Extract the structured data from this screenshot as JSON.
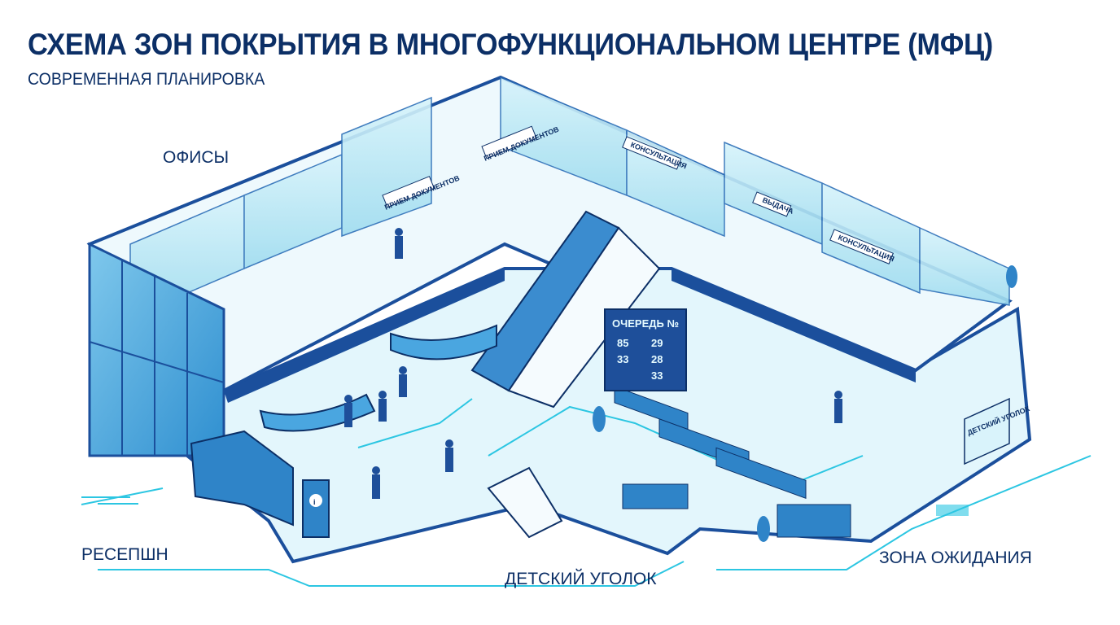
{
  "header": {
    "title": "СХЕМА ЗОН ПОКРЫТИЯ В МНОГОФУНКЦИОНАЛЬНОМ ЦЕНТРЕ (МФЦ)",
    "subtitle": "СОВРЕМЕННАЯ ПЛАНИРОВКА"
  },
  "zones": {
    "offices": "ОФИСЫ",
    "reception": "РЕСЕПШН",
    "kids_corner": "ДЕТСКИЙ УГОЛОК",
    "waiting_area": "ЗОНА ОЖИДАНИЯ"
  },
  "signs": {
    "documents_1": "ПРИЕМ ДОКУМЕНТОВ",
    "documents_2": "ПРИЕМ ДОКУМЕНТОВ",
    "consultation_1": "КОНСУЛЬТАЦИЯ",
    "issuance": "ВЫДАЧА",
    "consultation_2": "КОНСУЛЬТАЦИЯ",
    "queue_board": "ОЧЕРЕДЬ №",
    "queue_numbers": [
      "85",
      "33",
      "29",
      "28",
      "33"
    ],
    "kids_sign": "ДЕТСКИЙ УГОЛОК",
    "info": "i"
  },
  "colors": {
    "title": "#0c2f66",
    "glass": "#bfe9f7",
    "floor": "#e8f8fd",
    "outline": "#1b4f9c",
    "accent": "#20c3e0"
  }
}
